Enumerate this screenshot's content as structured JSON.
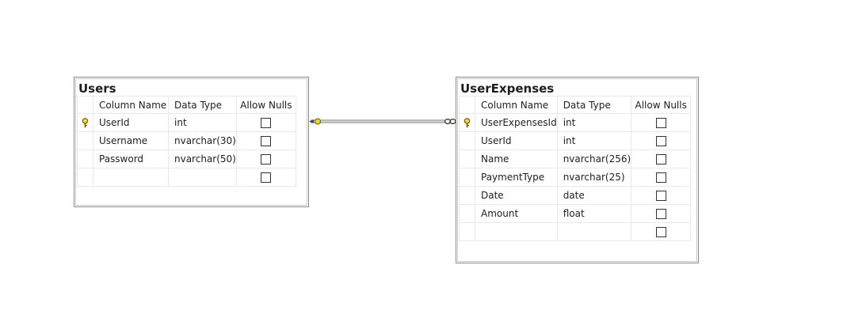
{
  "columns": {
    "name": "Column Name",
    "type": "Data Type",
    "nulls": "Allow Nulls"
  },
  "tables": {
    "users": {
      "title": "Users",
      "rows": [
        {
          "name": "UserId",
          "type": "int",
          "pk": true,
          "allow_nulls": false
        },
        {
          "name": "Username",
          "type": "nvarchar(30)",
          "pk": false,
          "allow_nulls": false
        },
        {
          "name": "Password",
          "type": "nvarchar(50)",
          "pk": false,
          "allow_nulls": false
        },
        {
          "name": "",
          "type": "",
          "pk": false,
          "allow_nulls": false
        }
      ]
    },
    "user_expenses": {
      "title": "UserExpenses",
      "rows": [
        {
          "name": "UserExpensesId",
          "type": "int",
          "pk": true,
          "allow_nulls": false
        },
        {
          "name": "UserId",
          "type": "int",
          "pk": false,
          "allow_nulls": false
        },
        {
          "name": "Name",
          "type": "nvarchar(256)",
          "pk": false,
          "allow_nulls": false
        },
        {
          "name": "PaymentType",
          "type": "nvarchar(25)",
          "pk": false,
          "allow_nulls": false
        },
        {
          "name": "Date",
          "type": "date",
          "pk": false,
          "allow_nulls": false
        },
        {
          "name": "Amount",
          "type": "float",
          "pk": false,
          "allow_nulls": false
        },
        {
          "name": "",
          "type": "",
          "pk": false,
          "allow_nulls": false
        }
      ]
    }
  },
  "relationship": {
    "from": "Users",
    "to": "UserExpenses",
    "from_end": "key",
    "to_end": "infinity"
  },
  "colors": {
    "key": "#e8c200",
    "line": "#7a7a7a"
  }
}
